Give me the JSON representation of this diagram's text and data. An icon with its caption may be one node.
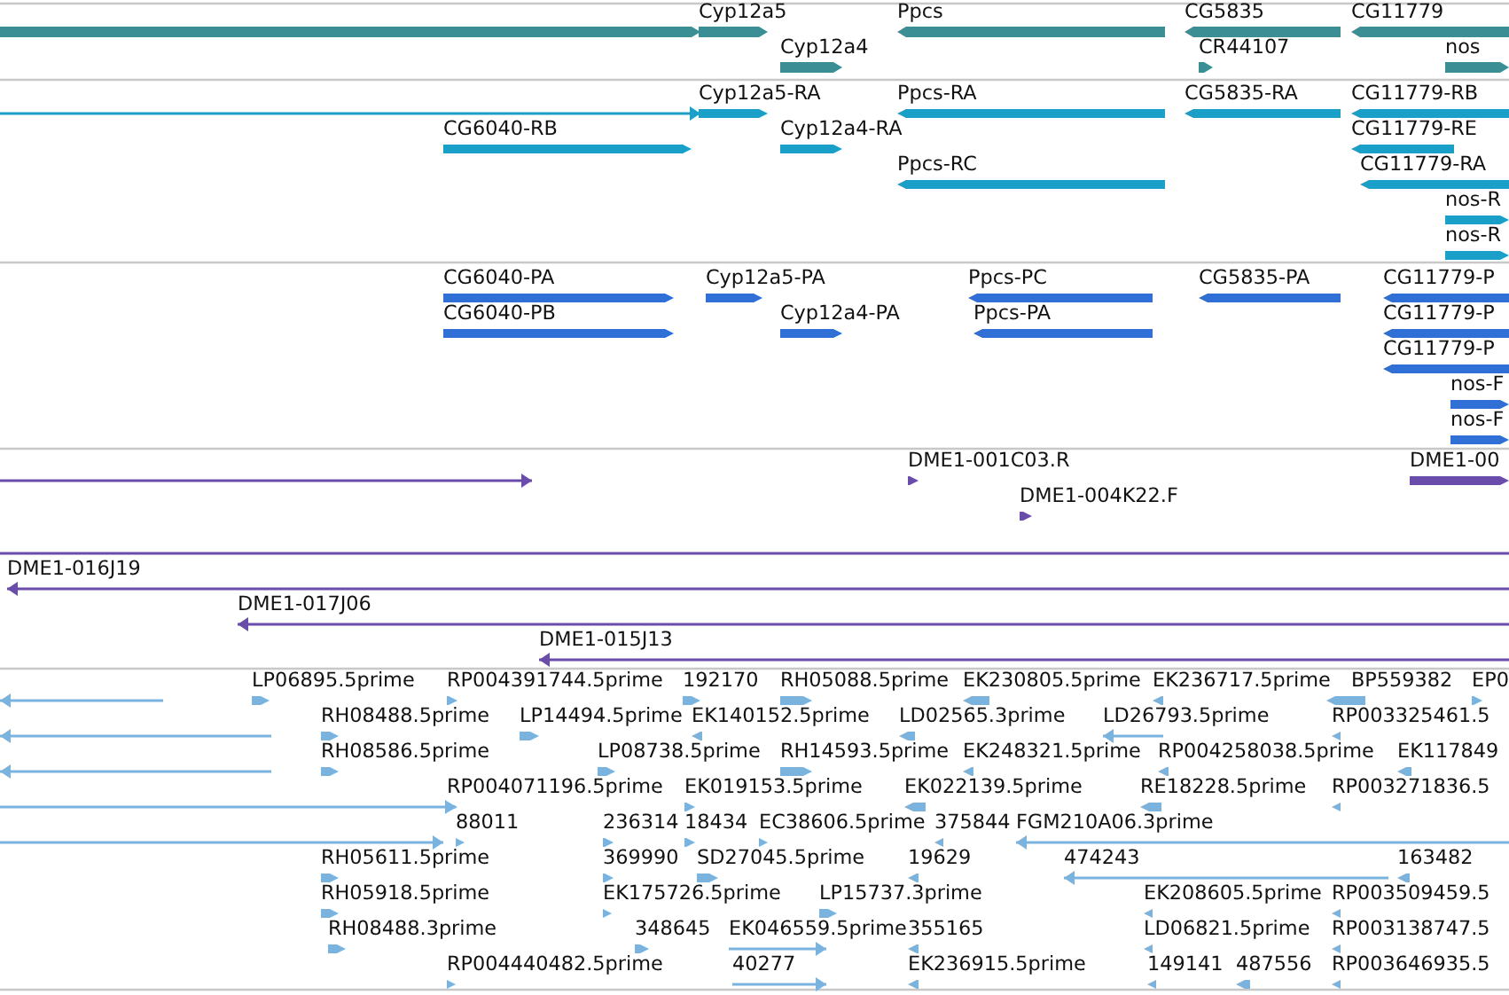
{
  "diagram": {
    "labels": [
      "Cyp12a5",
      "Ppcs",
      "CG5835",
      "CG11779",
      "Cyp12a4",
      "CR44107",
      "nos",
      "Cyp12a5-RA",
      "Ppcs-RA",
      "CG5835-RA",
      "CG11779-RB",
      "CG6040-RB",
      "Cyp12a4-RA",
      "CG11779-RE",
      "Ppcs-RC",
      "CG11779-RA",
      "nos-R",
      "nos-R",
      "CG6040-PA",
      "Cyp12a5-PA",
      "Ppcs-PC",
      "CG5835-PA",
      "CG11779-P",
      "CG6040-PB",
      "Cyp12a4-PA",
      "Ppcs-PA",
      "CG11779-P",
      "CG11779-P",
      "nos-F",
      "nos-F",
      "DME1-001C03.R",
      "DME1-00",
      "DME1-004K22.F",
      "DME1-016J19",
      "DME1-017J06",
      "DME1-015J13",
      "LP06895.5prime",
      "RP004391744.5prime",
      "192170",
      "RH05088.5prime",
      "EK230805.5prime",
      "EK236717.5prime",
      "BP559382",
      "EP0",
      "RH08488.5prime",
      "LP14494.5prime",
      "EK140152.5prime",
      "LD02565.3prime",
      "LD26793.5prime",
      "RP003325461.5",
      "RH08586.5prime",
      "LP08738.5prime",
      "RH14593.5prime",
      "EK248321.5prime",
      "RP004258038.5prime",
      "EK117849",
      "RP004071196.5prime",
      "EK019153.5prime",
      "EK022139.5prime",
      "RE18228.5prime",
      "RP003271836.5",
      "88011",
      "236314",
      "18434",
      "EC38606.5prime",
      "375844",
      "FGM210A06.3prime",
      "RH05611.5prime",
      "369990",
      "SD27045.5prime",
      "19629",
      "474243",
      "163482",
      "RH05918.5prime",
      "EK175726.5prime",
      "LP15737.3prime",
      "EK208605.5prime",
      "RP003509459.5",
      "RH08488.3prime",
      "348645",
      "EK046559.5prime",
      "355165",
      "LD06821.5prime",
      "RP003138747.5",
      "RP004440482.5prime",
      "40277",
      "EK236915.5prime",
      "149141",
      "487556",
      "RP003646935.5"
    ]
  }
}
